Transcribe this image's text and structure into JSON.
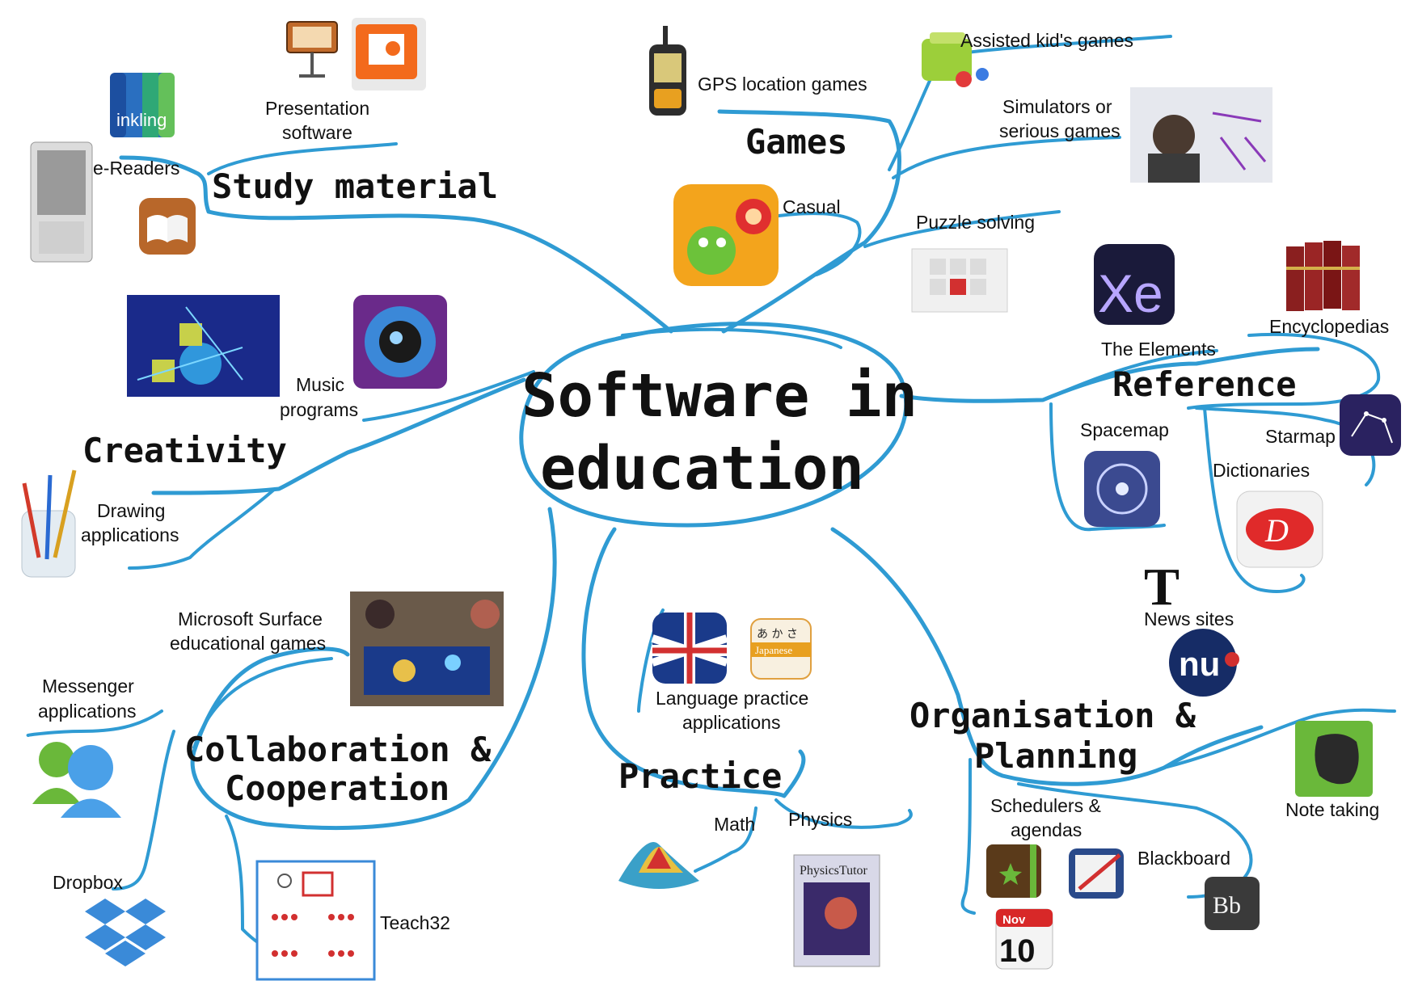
{
  "center": {
    "line1": "Software in",
    "line2": "education"
  },
  "colors": {
    "branch": "#2f9bd3",
    "text": "#111111"
  },
  "branches": {
    "study_material": {
      "title": "Study material",
      "items": {
        "presentation_1": "Presentation",
        "presentation_2": "software",
        "ereaders": "e-Readers"
      },
      "icons": [
        "inkling-app-icon",
        "keynote-icon",
        "powerpoint-icon",
        "ereader-device-icon",
        "ibooks-icon"
      ]
    },
    "games": {
      "title": "Games",
      "items": {
        "gps": "GPS location games",
        "assisted": "Assisted kid's games",
        "simulators_1": "Simulators or",
        "simulators_2": "serious games",
        "casual": "Casual",
        "puzzle": "Puzzle solving"
      },
      "icons": [
        "gps-device-icon",
        "kids-toy-icon",
        "simulator-photo-icon",
        "cut-the-rope-icon",
        "puzzle-icon"
      ]
    },
    "reference": {
      "title": "Reference",
      "items": {
        "elements": "The Elements",
        "encyclopedias": "Encyclopedias",
        "spacemap": "Spacemap",
        "starmap": "Starmap",
        "dictionaries": "Dictionaries",
        "news": "News sites"
      },
      "icons": [
        "elements-xe-icon",
        "encyclopedia-books-icon",
        "spacemap-icon",
        "starmap-icon",
        "dictionary-icon",
        "nyt-icon",
        "nu-icon"
      ]
    },
    "creativity": {
      "title": "Creativity",
      "items": {
        "music_1": "Music",
        "music_2": "programs",
        "drawing_1": "Drawing",
        "drawing_2": "applications"
      },
      "icons": [
        "reactable-photo-icon",
        "music-app-icon",
        "brushes-jar-icon"
      ]
    },
    "collaboration": {
      "title_1": "Collaboration &",
      "title_2": "Cooperation",
      "items": {
        "surface_1": "Microsoft Surface",
        "surface_2": "educational games",
        "messenger_1": "Messenger",
        "messenger_2": "applications",
        "dropbox": "Dropbox",
        "teach32": "Teach32"
      },
      "icons": [
        "surface-table-photo-icon",
        "messenger-icon",
        "dropbox-icon",
        "teach32-classroom-icon"
      ]
    },
    "practice": {
      "title": "Practice",
      "items": {
        "language_1": "Language practice",
        "language_2": "applications",
        "math": "Math",
        "physics": "Physics"
      },
      "icons": [
        "uk-flag-app-icon",
        "japanese-app-icon",
        "math-surface-plot-icon",
        "physics-tutor-box-icon"
      ],
      "japanese_label": "Japanese",
      "kana": "あ か さ",
      "physics_brand": "PhysicsTutor"
    },
    "organisation": {
      "title_1": "Organisation &",
      "title_2": "Planning",
      "items": {
        "schedulers_1": "Schedulers &",
        "schedulers_2": "agendas",
        "blackboard": "Blackboard",
        "notes": "Note taking"
      },
      "icons": [
        "agenda-book-icon",
        "notepad-pen-icon",
        "blackboard-icon",
        "calendar-icon",
        "evernote-icon"
      ],
      "calendar_month": "Nov",
      "calendar_day": "10",
      "blackboard_mark": "Bb"
    }
  },
  "icon_text": {
    "inkling": "inkling",
    "xe": "Xe",
    "nyt": "T",
    "nu": "nu"
  }
}
